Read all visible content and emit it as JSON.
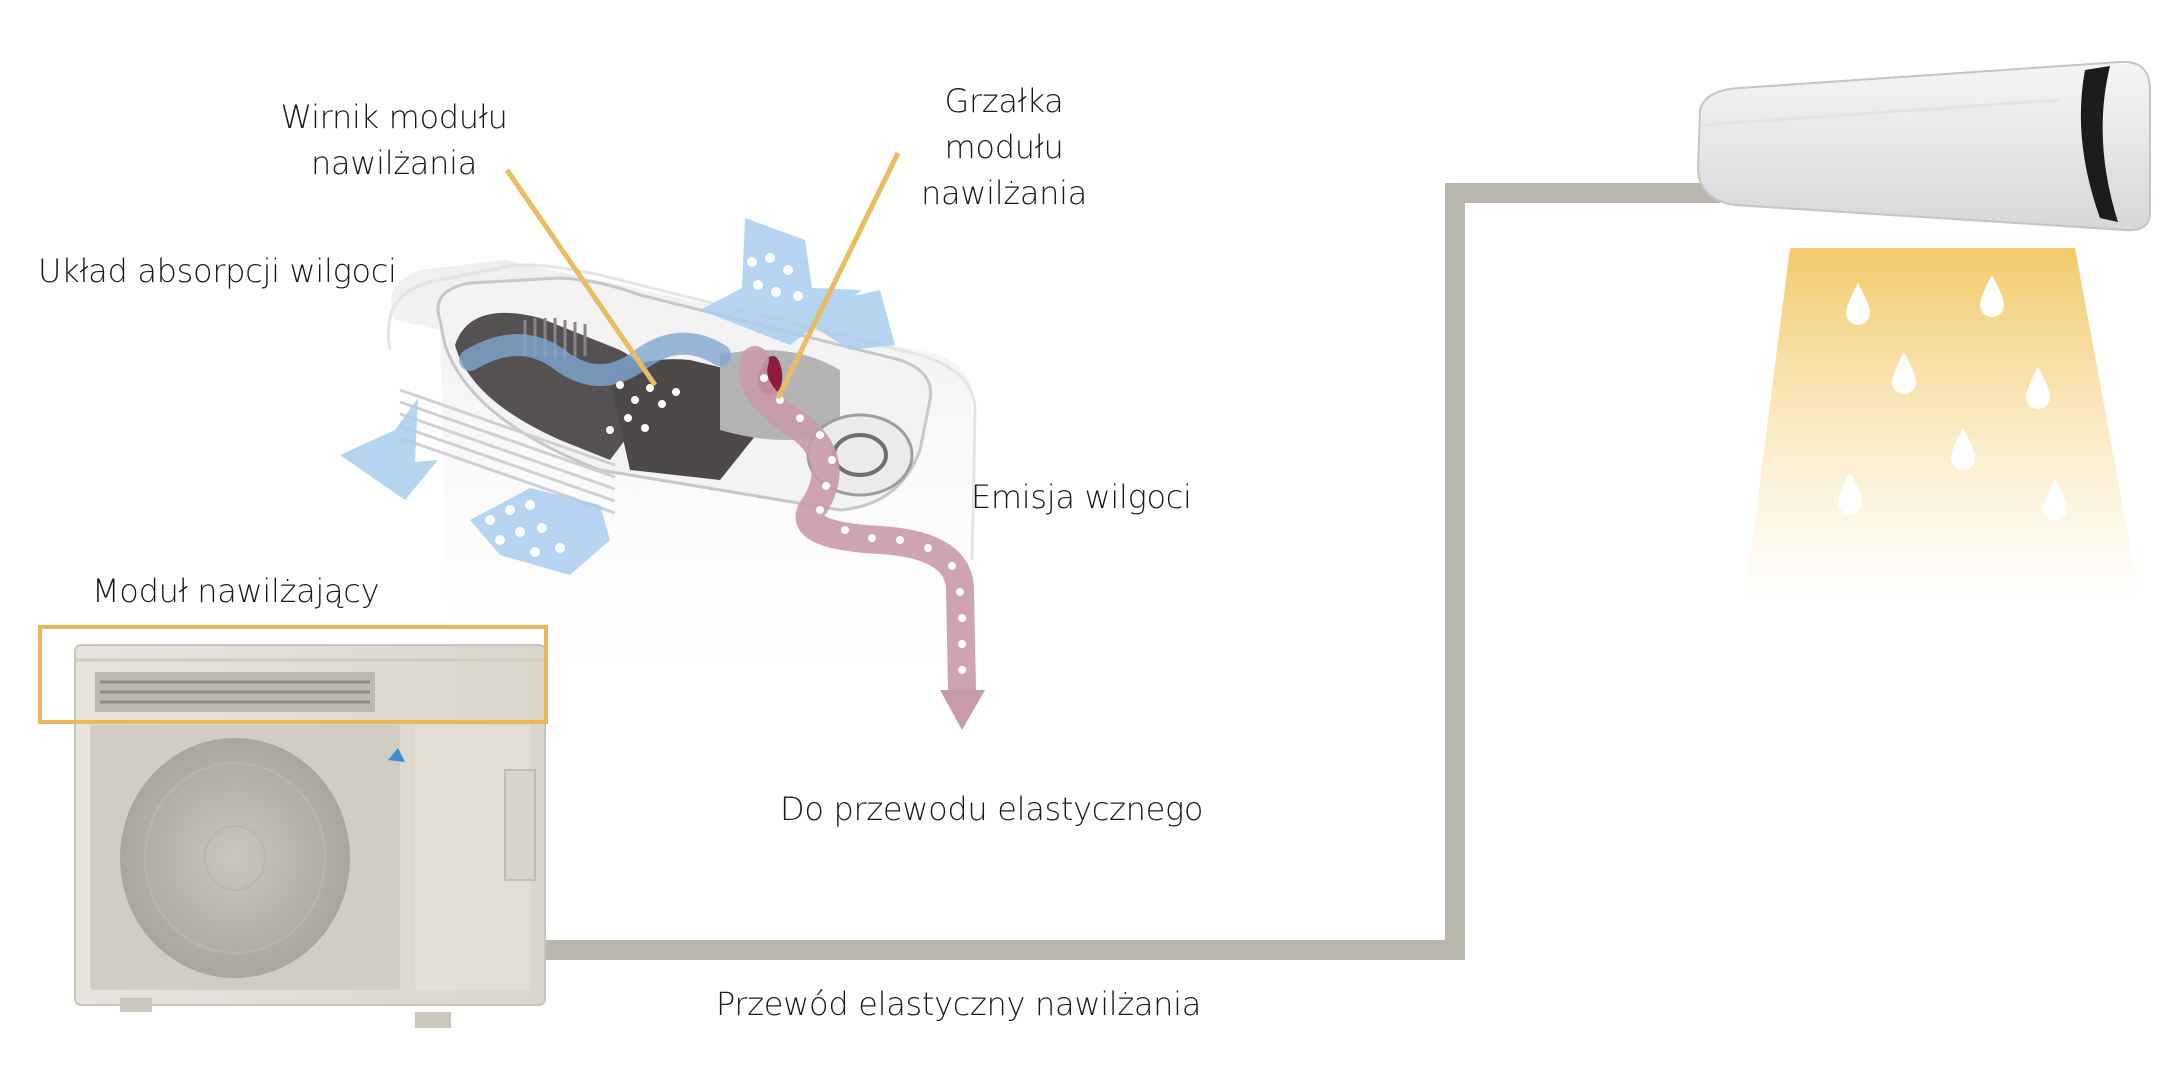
{
  "labels": {
    "rotor": [
      "Wirnik modułu",
      "nawilżania"
    ],
    "heater": [
      "Grzałka",
      "modułu",
      "nawilżania"
    ],
    "absorption": "Układ absorpcji wilgoci",
    "emission": "Emisja wilgoci",
    "module": "Moduł nawilżający",
    "to_hose": "Do przewodu elastycznego",
    "hose": "Przewód elastyczny nawilżania"
  },
  "colors": {
    "callout_line": "#e8bd62",
    "highlight_box": "#e8b85a",
    "hose": "#b9b6ae",
    "moisture_flow": "#c99aa8",
    "air_flow": "#a9cdee",
    "humid_beam": "#f3d27e",
    "heater": "#8e1c3c"
  },
  "icons": {
    "water_drop": "water-drop-icon",
    "outdoor_unit": "outdoor-unit-icon",
    "indoor_unit": "indoor-unit-icon",
    "cutaway": "humidifying-module-cutaway"
  }
}
